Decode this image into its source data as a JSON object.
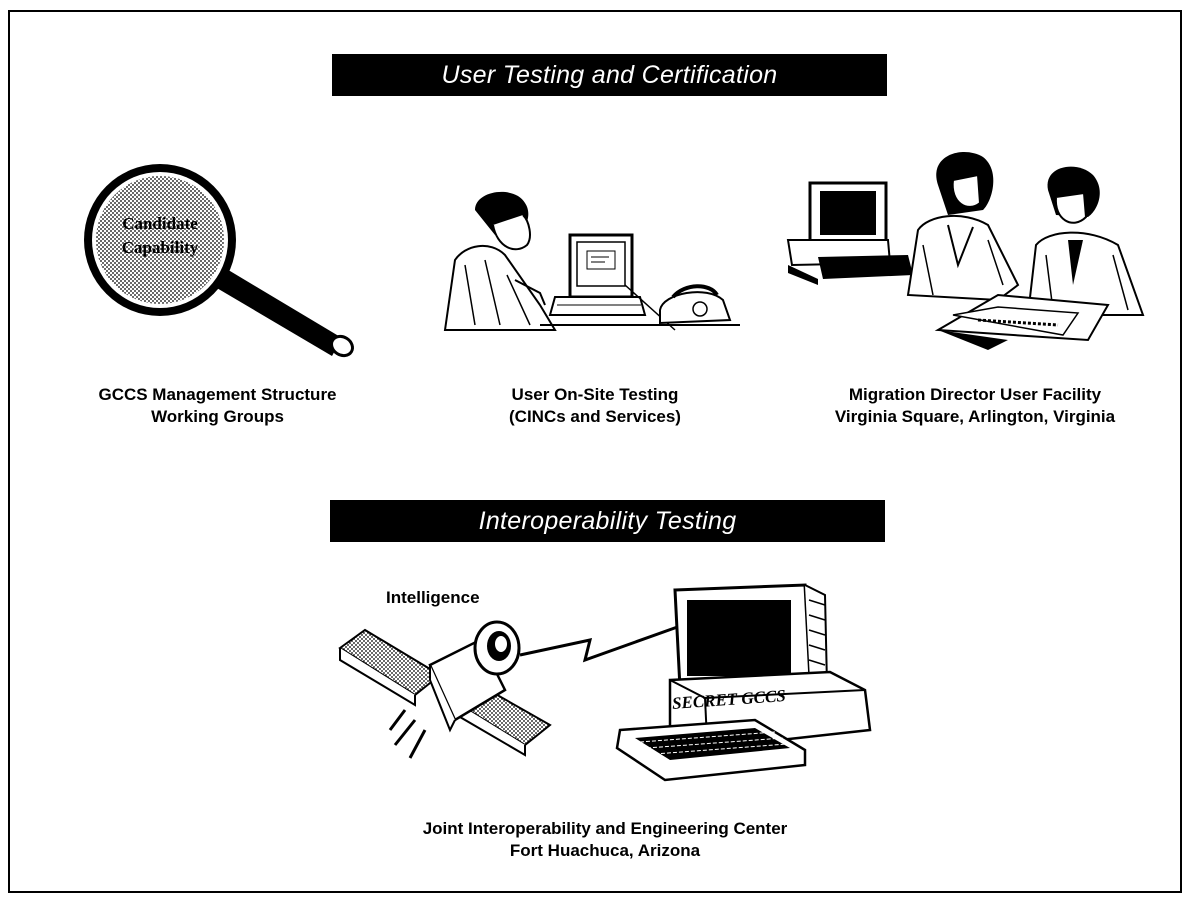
{
  "banners": {
    "top": "User Testing and Certification",
    "bottom": "Interoperability Testing"
  },
  "magnifier": {
    "line1": "Candidate",
    "line2": "Capability"
  },
  "captions": {
    "gccs": {
      "line1": "GCCS Management Structure",
      "line2": "Working Groups"
    },
    "onsite": {
      "line1": "User On-Site Testing",
      "line2": "(CINCs and Services)"
    },
    "migration": {
      "line1": "Migration Director User Facility",
      "line2": "Virginia Square, Arlington, Virginia"
    },
    "jiec": {
      "line1": "Joint Interoperability and Engineering Center",
      "line2": "Fort Huachuca, Arizona"
    }
  },
  "intelligence_label": "Intelligence",
  "computer_label": "SECRET GCCS"
}
